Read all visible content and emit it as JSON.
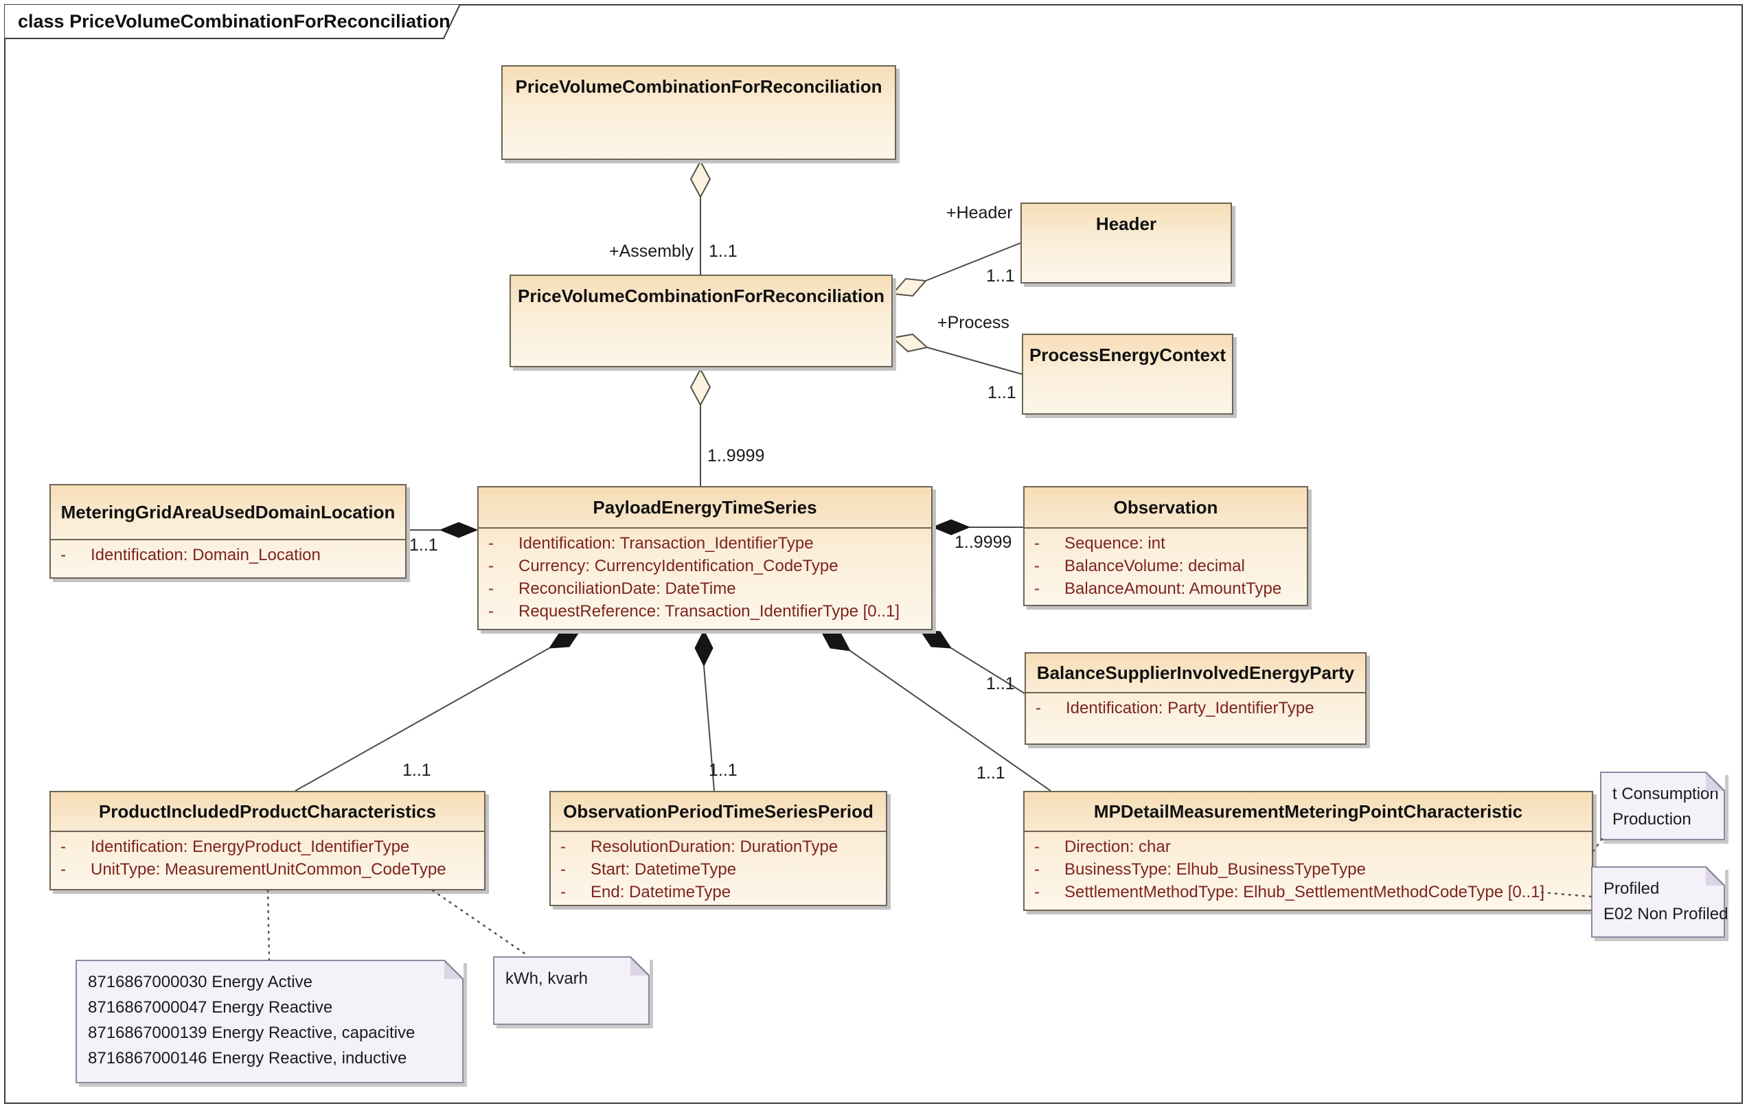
{
  "diagram": {
    "frame_title": "class PriceVolumeCombinationForReconciliation"
  },
  "colors": {
    "class_fill_top": "#F6DDB6",
    "class_fill_bottom": "#FDF6EA",
    "class_border": "#6E6454",
    "attribute_text": "#7D241E",
    "note_fill": "#F4F1F8",
    "note_border": "#8A8AA0",
    "connector": "#4A4A4A"
  },
  "classes": {
    "pvcr_top": {
      "title": "PriceVolumeCombinationForReconciliation"
    },
    "pvcr_mid": {
      "title": "PriceVolumeCombinationForReconciliation"
    },
    "header": {
      "title": "Header"
    },
    "process_energy_context": {
      "title": "ProcessEnergyContext"
    },
    "payload_energy_time_series": {
      "title": "PayloadEnergyTimeSeries",
      "attributes": [
        {
          "vis": "-",
          "text": "Identification: Transaction_IdentifierType"
        },
        {
          "vis": "-",
          "text": "Currency: CurrencyIdentification_CodeType"
        },
        {
          "vis": "-",
          "text": "ReconciliationDate: DateTime"
        },
        {
          "vis": "-",
          "text": "RequestReference: Transaction_IdentifierType [0..1]"
        }
      ]
    },
    "metering_grid_area": {
      "title": "MeteringGridAreaUsedDomainLocation",
      "attributes": [
        {
          "vis": "-",
          "text": "Identification: Domain_Location"
        }
      ]
    },
    "observation": {
      "title": "Observation",
      "attributes": [
        {
          "vis": "-",
          "text": "Sequence: int"
        },
        {
          "vis": "-",
          "text": "BalanceVolume: decimal"
        },
        {
          "vis": "-",
          "text": "BalanceAmount: AmountType"
        }
      ]
    },
    "balance_supplier": {
      "title": "BalanceSupplierInvolvedEnergyParty",
      "attributes": [
        {
          "vis": "-",
          "text": "Identification: Party_IdentifierType"
        }
      ]
    },
    "product_included": {
      "title": "ProductIncludedProductCharacteristics",
      "attributes": [
        {
          "vis": "-",
          "text": "Identification: EnergyProduct_IdentifierType"
        },
        {
          "vis": "-",
          "text": "UnitType: MeasurementUnitCommon_CodeType"
        }
      ]
    },
    "observation_period": {
      "title": "ObservationPeriodTimeSeriesPeriod",
      "attributes": [
        {
          "vis": "-",
          "text": "ResolutionDuration: DurationType"
        },
        {
          "vis": "-",
          "text": "Start: DatetimeType"
        },
        {
          "vis": "-",
          "text": "End: DatetimeType"
        }
      ]
    },
    "mp_detail": {
      "title": "MPDetailMeasurementMeteringPointCharacteristic",
      "attributes": [
        {
          "vis": "-",
          "text": "Direction: char"
        },
        {
          "vis": "-",
          "text": "BusinessType: Elhub_BusinessTypeType"
        },
        {
          "vis": "-",
          "text": "SettlementMethodType: Elhub_SettlementMethodCodeType [0..1]"
        }
      ]
    }
  },
  "edges": {
    "assembly": {
      "role": "+Assembly",
      "multiplicity": "1..1"
    },
    "header": {
      "role": "+Header",
      "multiplicity": "1..1"
    },
    "process": {
      "role": "+Process",
      "multiplicity": "1..1"
    },
    "payload": {
      "multiplicity": "1..9999"
    },
    "metering": {
      "multiplicity": "1..1"
    },
    "observation": {
      "multiplicity": "1..9999"
    },
    "balance_supplier": {
      "multiplicity": "1..1"
    },
    "product_included": {
      "multiplicity": "1..1"
    },
    "observation_period": {
      "multiplicity": "1..1"
    },
    "mp_detail": {
      "multiplicity": "1..1"
    }
  },
  "notes": {
    "product_codes": {
      "lines": [
        "8716867000030  Energy Active",
        "8716867000047  Energy Reactive",
        "8716867000139  Energy Reactive, capacitive",
        "8716867000146  Energy Reactive, inductive"
      ]
    },
    "units": {
      "lines": [
        "kWh, kvarh"
      ]
    },
    "direction": {
      "lines": [
        "t Consumption",
        "Production"
      ]
    },
    "settlement": {
      "lines": [
        "Profiled",
        "E02 Non Profiled"
      ]
    }
  }
}
